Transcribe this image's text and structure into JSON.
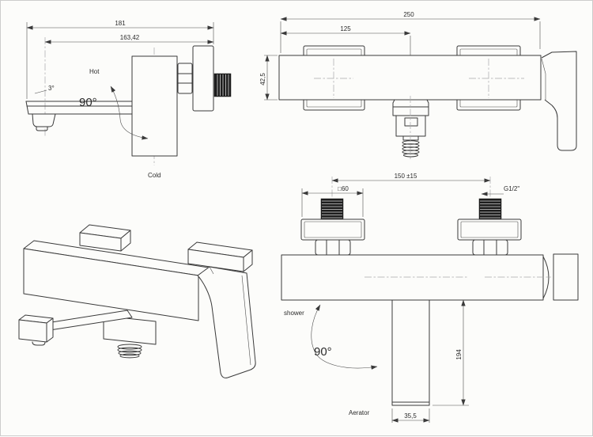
{
  "drawing": {
    "type": "technical-dimension-drawing",
    "subject": "wall-mounted square bath shower mixer tap",
    "colors": {
      "line": "#3a3a3a",
      "centerline": "#a9a9a9",
      "background": "#fcfcfa",
      "thread_fill": "#1d1d1d"
    },
    "views": {
      "side": {
        "dim_overall_width": "181",
        "dim_spout_reach": "163,42",
        "angle_spout": "3°",
        "angle_handle": "90°",
        "label_hot": "Hot",
        "label_cold": "Cold"
      },
      "front": {
        "dim_overall_width": "250",
        "dim_to_center": "125",
        "dim_body_height": "42,5"
      },
      "isometric": {},
      "plan": {
        "dim_connection_centers": "150 ±15",
        "dim_flange_square": "□60",
        "thread_size": "G1/2\"",
        "label_shower": "shower",
        "angle_swivel": "90°",
        "dim_spout_length": "194",
        "dim_spout_width": "35,5",
        "label_aerator": "Aerator"
      }
    }
  }
}
